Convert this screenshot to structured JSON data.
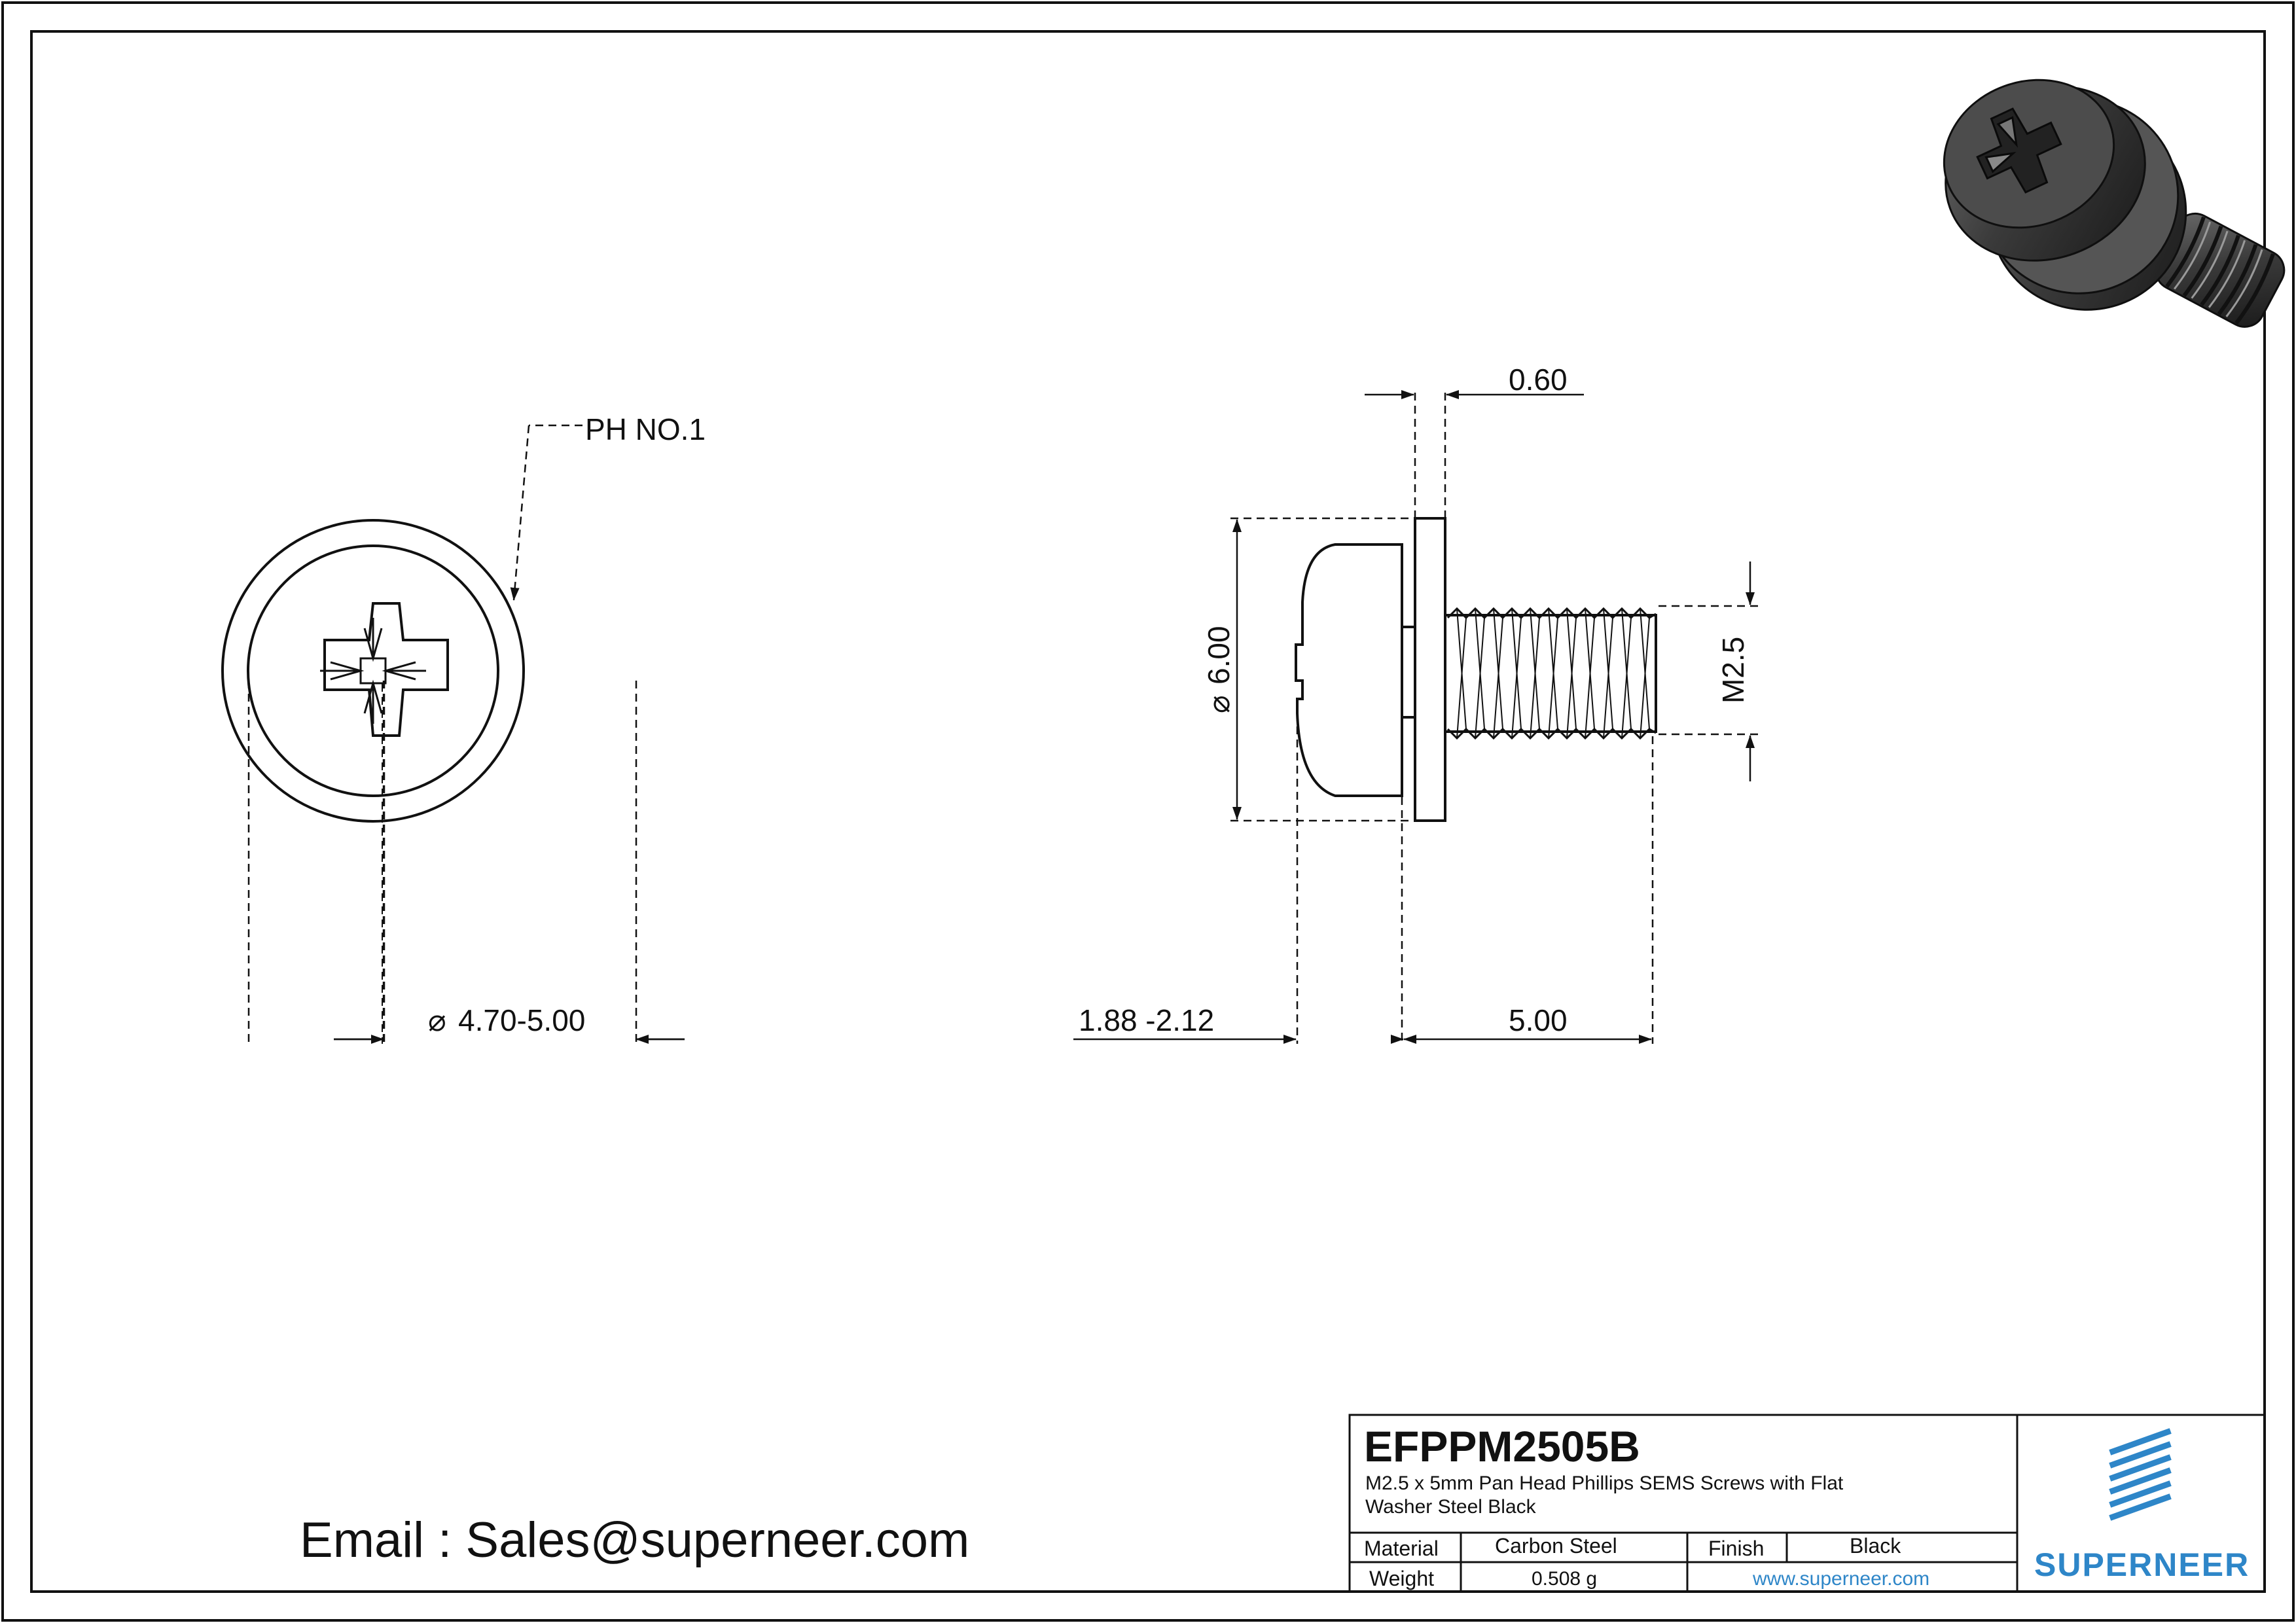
{
  "part": {
    "code": "EFPPM2505B",
    "description_line1": "M2.5 x 5mm Pan Head Phillips SEMS Screws with Flat",
    "description_line2": "Washer Steel Black"
  },
  "title_block": {
    "material_label": "Material",
    "material_value": "Carbon Steel",
    "finish_label": "Finish",
    "finish_value": "Black",
    "weight_label": "Weight",
    "weight_value": "0.508 g",
    "website": "www.superneer.com",
    "brand": "SUPERNEER",
    "colors": {
      "brand_blue": "#2e86c8",
      "line": "#111111"
    }
  },
  "contact": {
    "email_text": "Email : Sales@superneer.com"
  },
  "dimensions": {
    "drive_callout": "PH NO.1",
    "head_diameter": "4.70-5.00",
    "washer_thickness": "0.60",
    "washer_diameter": "6.00",
    "thread": "M2.5",
    "head_height": "1.88 -2.12",
    "length": "5.00",
    "diameter_symbol": "⌀"
  }
}
